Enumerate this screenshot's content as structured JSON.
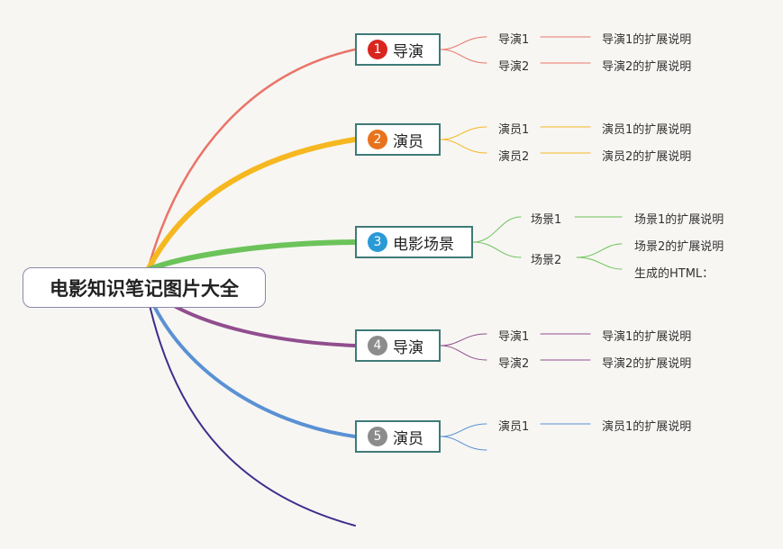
{
  "root": {
    "label": "电影知识笔记图片大全"
  },
  "branches": [
    {
      "number": "1",
      "label": "导演",
      "color": "#ea7468",
      "badge_color": "#d8261e",
      "children": [
        {
          "label": "导演1",
          "note": "导演1的扩展说明"
        },
        {
          "label": "导演2",
          "note": "导演2的扩展说明"
        }
      ]
    },
    {
      "number": "2",
      "label": "演员",
      "color": "#f6b820",
      "badge_color": "#e8731c",
      "children": [
        {
          "label": "演员1",
          "note": "演员1的扩展说明"
        },
        {
          "label": "演员2",
          "note": "演员2的扩展说明"
        }
      ]
    },
    {
      "number": "3",
      "label": "电影场景",
      "color": "#6cc35a",
      "badge_color": "#2a9ad6",
      "children": [
        {
          "label": "场景1",
          "note": "场景1的扩展说明"
        },
        {
          "label": "场景2",
          "notes": [
            "场景2的扩展说明",
            "生成的HTML："
          ]
        }
      ]
    },
    {
      "number": "4",
      "label": "导演",
      "color": "#914d8e",
      "badge_color": "#8c8c8c",
      "children": [
        {
          "label": "导演1",
          "note": "导演1的扩展说明"
        },
        {
          "label": "导演2",
          "note": "导演2的扩展说明"
        }
      ]
    },
    {
      "number": "5",
      "label": "演员",
      "color": "#5a91d4",
      "badge_color": "#8c8c8c",
      "children": [
        {
          "label": "演员1",
          "note": "演员1的扩展说明"
        }
      ]
    }
  ],
  "extra_branch_color": "#3d2e8c"
}
